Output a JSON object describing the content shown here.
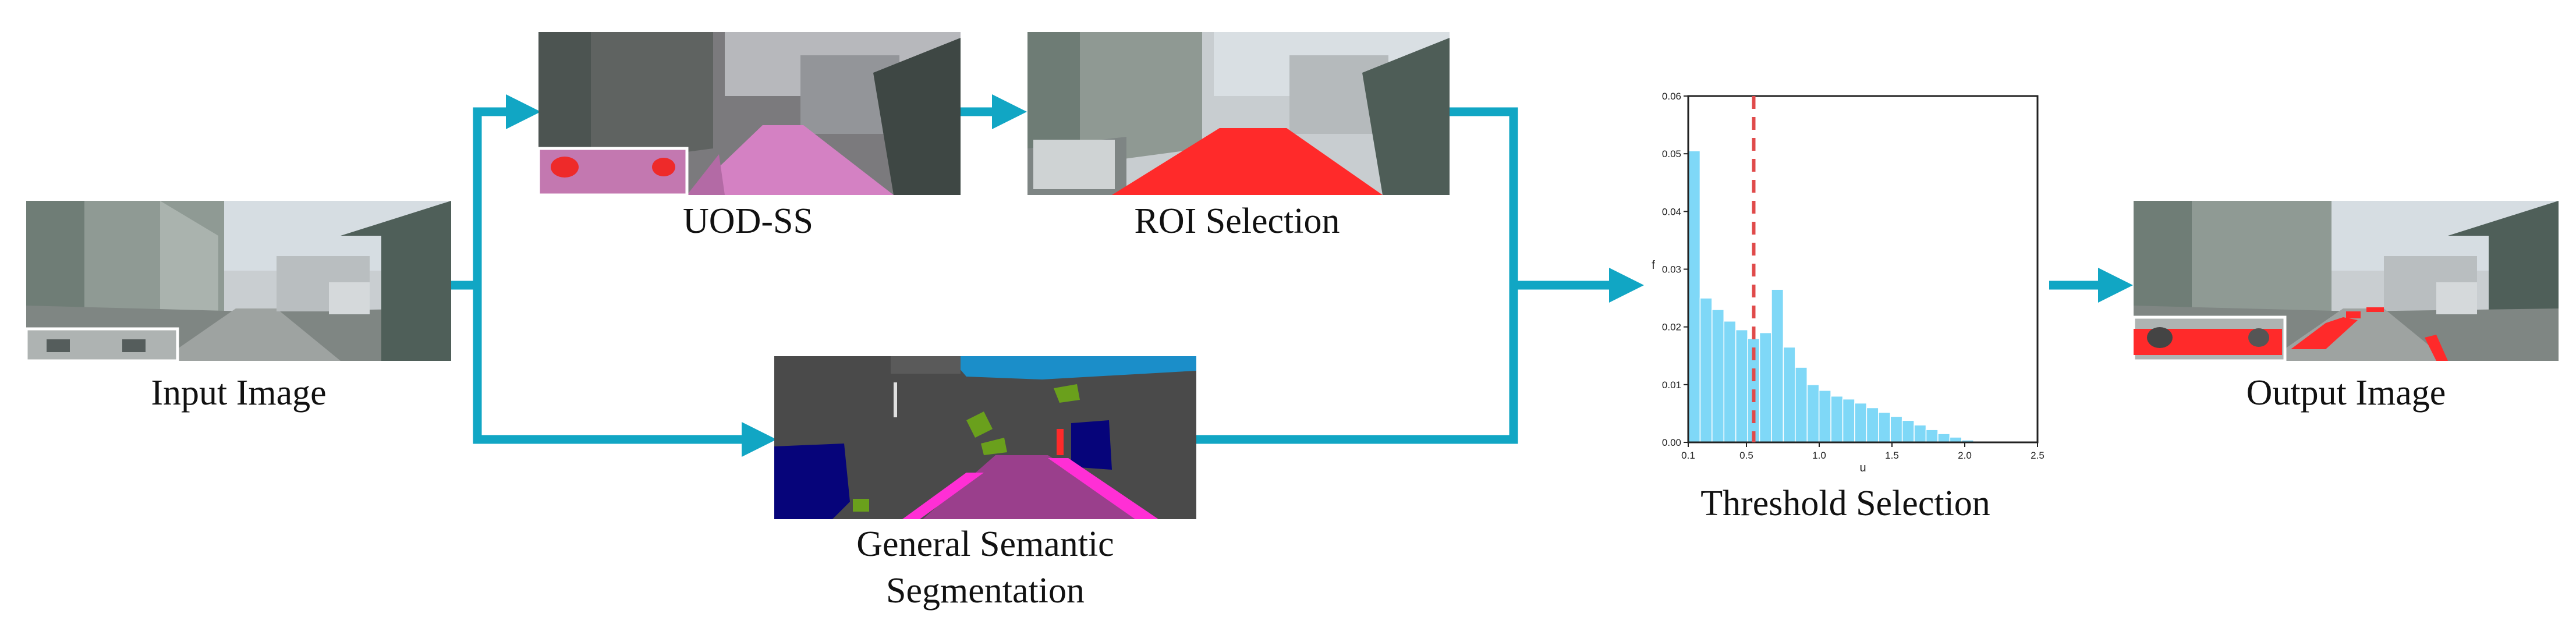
{
  "labels": {
    "input_image": "Input Image",
    "uod_ss": "UOD-SS",
    "roi_selection": "ROI Selection",
    "general_seg_line1": "General Semantic",
    "general_seg_line2": "Segmentation",
    "threshold_selection": "Threshold Selection",
    "output_image": "Output Image"
  },
  "colors": {
    "arrow": "#11a6c4",
    "uod_overlay": "#d97fc9",
    "roi_red": "#ff2a2a",
    "hist_bar": "#7fd8f7",
    "threshold_line": "#e04a4a",
    "seg_gray": "#4a4a4a",
    "seg_sky": "#1b8ec9",
    "seg_road": "#9a3f8c",
    "seg_car": "#06047a",
    "seg_sidewalk": "#ff2fd5",
    "seg_vegetation": "#6aa01c"
  },
  "chart_data": {
    "type": "bar",
    "title": "",
    "xlabel": "u",
    "ylabel": "f",
    "xlim": [
      0.1,
      2.5
    ],
    "ylim": [
      0,
      0.06
    ],
    "x_ticks": [
      "0.1",
      "0.5",
      "1.0",
      "1.5",
      "2.0",
      "2.5"
    ],
    "y_ticks": [
      "0.00",
      "0.01",
      "0.02",
      "0.03",
      "0.04",
      "0.05",
      "0.06"
    ],
    "bin_width": 0.0817,
    "bin_starts": [
      0.1,
      0.1817,
      0.2634,
      0.3451,
      0.4268,
      0.5085,
      0.5902,
      0.6719,
      0.7536,
      0.8353,
      0.917,
      0.9987,
      1.0804,
      1.1621,
      1.2438,
      1.3255,
      1.4072,
      1.4889,
      1.5706,
      1.6523,
      1.734,
      1.8157,
      1.8974,
      1.9791,
      2.0608
    ],
    "values": [
      0.0505,
      0.025,
      0.023,
      0.021,
      0.0195,
      0.018,
      0.019,
      0.0265,
      0.0165,
      0.013,
      0.01,
      0.009,
      0.008,
      0.0075,
      0.0068,
      0.006,
      0.0052,
      0.0045,
      0.0038,
      0.003,
      0.0022,
      0.0015,
      0.0009,
      0.0004,
      0.0002
    ],
    "threshold": 0.55,
    "grid": false
  }
}
